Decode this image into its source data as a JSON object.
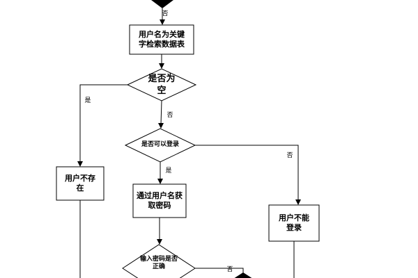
{
  "diagram": {
    "type": "flowchart",
    "colors": {
      "line": "#000000",
      "node_fill": "#ffffff",
      "text": "#000000",
      "background": "#ffffff"
    },
    "nodes": {
      "search_table": {
        "line1": "用户名为关键",
        "line2": "字检索数据表"
      },
      "is_empty": {
        "line1": "是否为",
        "line2": "空"
      },
      "user_not_exist": {
        "line1": "用户不存",
        "line2": "在"
      },
      "can_login": {
        "label": "是否可以登录"
      },
      "user_cannot_login": {
        "line1": "用户不能",
        "line2": "登录"
      },
      "get_password": {
        "line1": "通过用户名获",
        "line2": "取密码"
      },
      "password_correct": {
        "line1": "输入密码是否",
        "line2": "正确"
      }
    },
    "edge_labels": {
      "top_no": "否",
      "empty_yes": "是",
      "empty_no": "否",
      "can_login_no": "否",
      "can_login_yes": "是",
      "password_no": "否"
    }
  }
}
